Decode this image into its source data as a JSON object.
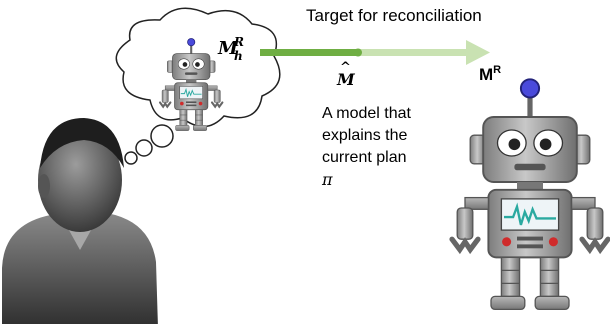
{
  "diagram": {
    "title": "Target for reconciliation",
    "labels": {
      "mental_model": {
        "base": "M",
        "sup": "R",
        "sub": "h"
      },
      "explanatory_model": {
        "base": "M",
        "hat": "^"
      },
      "robot_model": {
        "base": "M",
        "sup": "R"
      }
    },
    "description_lines": [
      "A model that",
      "explains the",
      "current plan"
    ],
    "plan_symbol": "π",
    "colors": {
      "arrow_dark": "#6fae43",
      "arrow_light": "#c9e2b2",
      "robot_gray": "#9a9a9a",
      "antenna_ball": "#4a4adb"
    },
    "icons": [
      "human-silhouette-icon",
      "thought-bubble-icon",
      "robot-icon",
      "robot-small-icon"
    ]
  }
}
